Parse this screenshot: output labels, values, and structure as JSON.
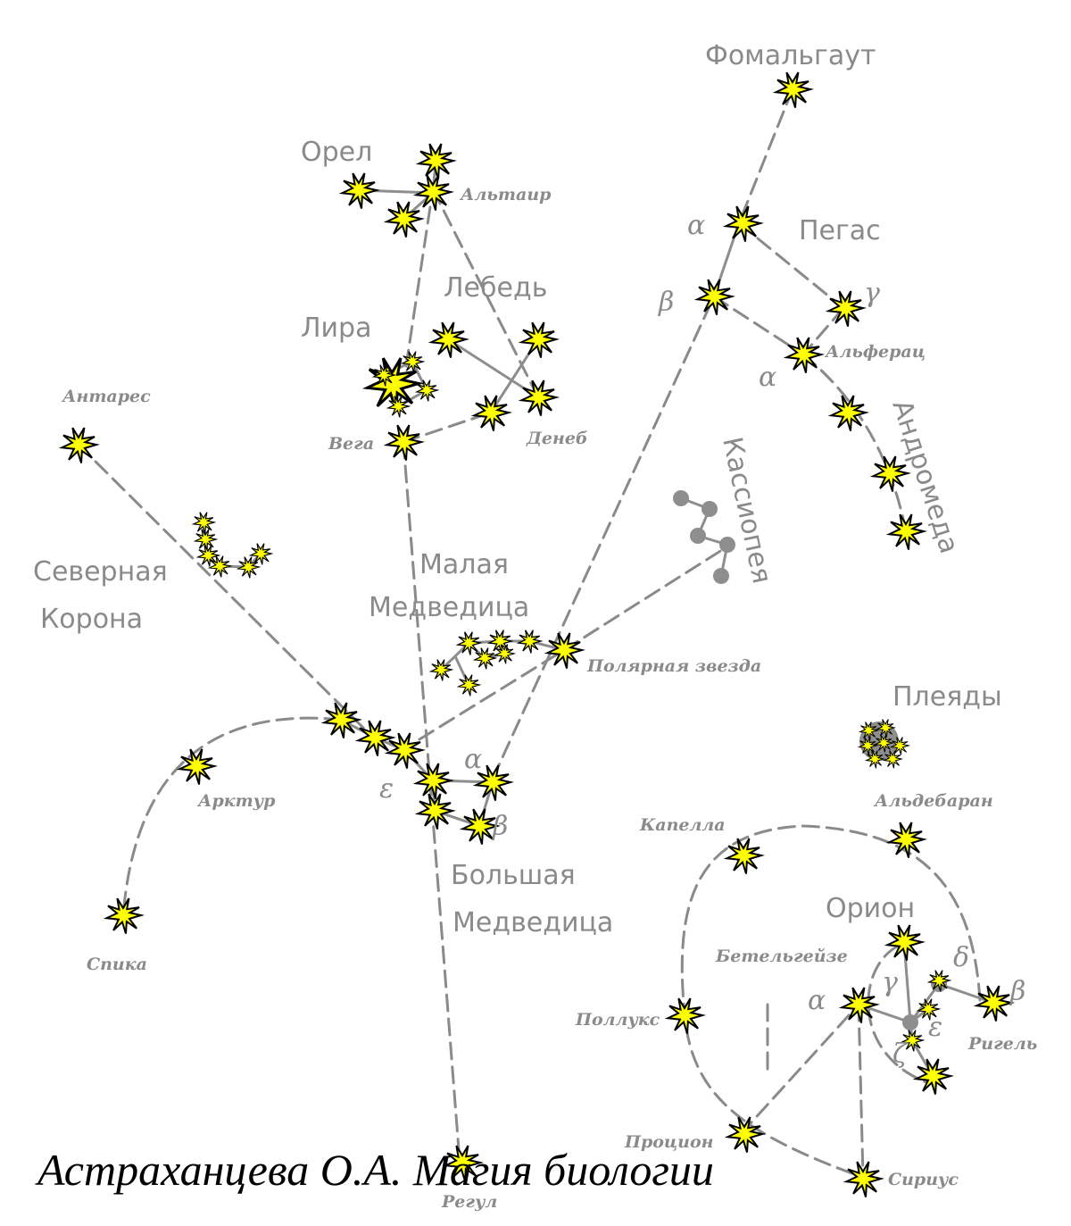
{
  "constellations": {
    "orel": "Орел",
    "lebed": "Лебедь",
    "lira": "Лира",
    "pegas": "Пегас",
    "andromeda": "Андромеда",
    "cassiopeia": "Кассиопея",
    "severnaya": "Северная",
    "korona": "Корона",
    "malaya": "Малая",
    "medveditsa_small": "Медведица",
    "pleyady": "Плеяды",
    "bolshaya": "Большая",
    "medveditsa_big": "Медведица",
    "orion": "Орион"
  },
  "stars": {
    "fomalgaut": "Фомальгаут",
    "altair": "Альтаир",
    "antares": "Антарес",
    "vega": "Вега",
    "deneb": "Денеб",
    "alferats": "Альферац",
    "polaris": "Полярная звезда",
    "arktur": "Арктур",
    "spika": "Спика",
    "kapella": "Капелла",
    "aldebaran": "Альдебаран",
    "betelgeuse": "Бетельгейзе",
    "polluks": "Поллукс",
    "rigel": "Ригель",
    "protsion": "Процион",
    "sirius": "Сириус",
    "regul": "Регул"
  },
  "greek": {
    "pegasus_alpha": "α",
    "pegasus_beta": "β",
    "pegasus_gamma": "γ",
    "andromeda_alpha": "α",
    "ursa_alpha": "α",
    "ursa_beta": "β",
    "ursa_epsilon": "ε",
    "orion_alpha": "α",
    "orion_beta": "β",
    "orion_gamma": "γ",
    "orion_delta": "δ",
    "orion_epsilon": "ε",
    "orion_zeta": "ζ"
  },
  "caption": "Астраханцева О.А. Магия биологии",
  "colors": {
    "star_fill": "#ffff00",
    "star_outline": "#000000",
    "lines": "#8a8a8a",
    "background": "#ffffff"
  },
  "icons": {
    "star": "star-burst-icon"
  }
}
